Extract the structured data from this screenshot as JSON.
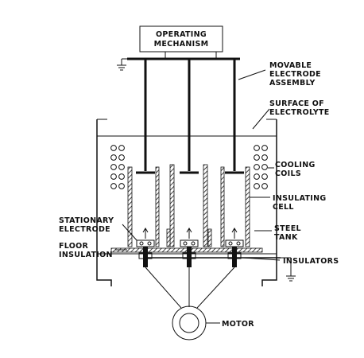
{
  "labels": {
    "operating_mechanism": [
      "OPERATING",
      "MECHANISM"
    ],
    "movable_electrode": [
      "MOVABLE",
      "ELECTRODE",
      "ASSEMBLY"
    ],
    "surface_of_electrolyte": [
      "SURFACE OF",
      "ELECTROLYTE"
    ],
    "cooling_coils": [
      "COOLING",
      "COILS"
    ],
    "insulating_cell": [
      "INSULATING",
      "CELL"
    ],
    "stationary_electrode": [
      "STATIONARY",
      "ELECTRODE"
    ],
    "steel_tank": [
      "STEEL",
      "TANK"
    ],
    "floor_insulation": [
      "FLOOR",
      "INSULATION"
    ],
    "insulators": "INSULATORS",
    "motor": "MOTOR"
  }
}
